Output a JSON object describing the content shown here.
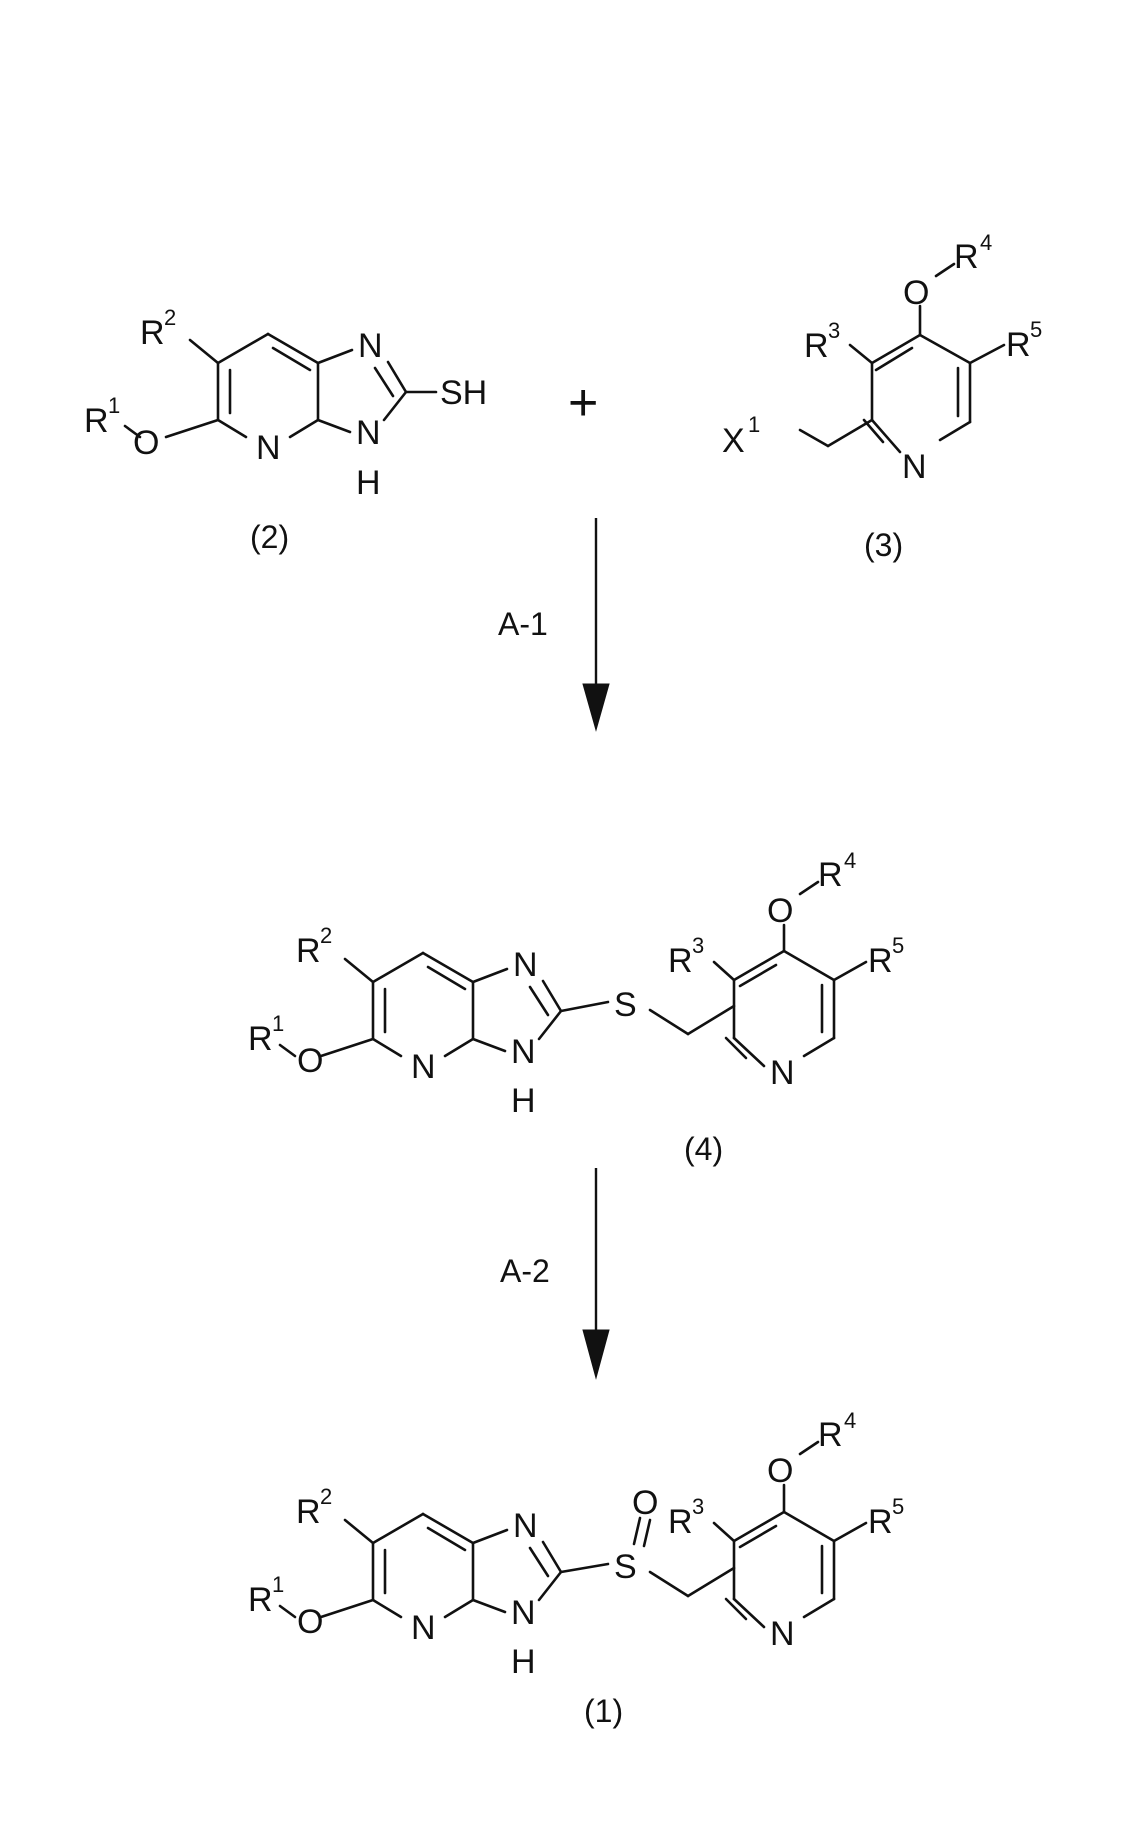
{
  "scheme": {
    "compound_2": {
      "label": "(2)",
      "atoms": {
        "r2": "R",
        "r2_sup": "2",
        "r1": "R",
        "r1_sup": "1",
        "o": "O",
        "n_pyr": "N",
        "n_top": "N",
        "n_nh": "N",
        "h": "H",
        "sh": "SH"
      }
    },
    "plus": "+",
    "compound_3": {
      "label": "(3)",
      "atoms": {
        "o": "O",
        "r4": "R",
        "r4_sup": "4",
        "r3": "R",
        "r3_sup": "3",
        "r5": "R",
        "r5_sup": "5",
        "x1": "X",
        "x1_sup": "1",
        "n": "N"
      }
    },
    "step_1": {
      "label": "A-1"
    },
    "compound_4": {
      "label": "(4)",
      "atoms": {
        "r2": "R",
        "r2_sup": "2",
        "r1": "R",
        "r1_sup": "1",
        "o": "O",
        "n_pyr": "N",
        "n_top": "N",
        "n_nh": "N",
        "h": "H",
        "s": "S",
        "o_pyr": "O",
        "r4": "R",
        "r4_sup": "4",
        "r3": "R",
        "r3_sup": "3",
        "r5": "R",
        "r5_sup": "5",
        "n_pyridine": "N"
      }
    },
    "step_2": {
      "label": "A-2"
    },
    "compound_1": {
      "label": "(1)",
      "atoms": {
        "r2": "R",
        "r2_sup": "2",
        "r1": "R",
        "r1_sup": "1",
        "o": "O",
        "n_pyr": "N",
        "n_top": "N",
        "n_nh": "N",
        "h": "H",
        "s": "S",
        "so_o": "O",
        "o_pyr": "O",
        "r4": "R",
        "r4_sup": "4",
        "r3": "R",
        "r3_sup": "3",
        "r5": "R",
        "r5_sup": "5",
        "n_pyridine": "N"
      }
    }
  }
}
